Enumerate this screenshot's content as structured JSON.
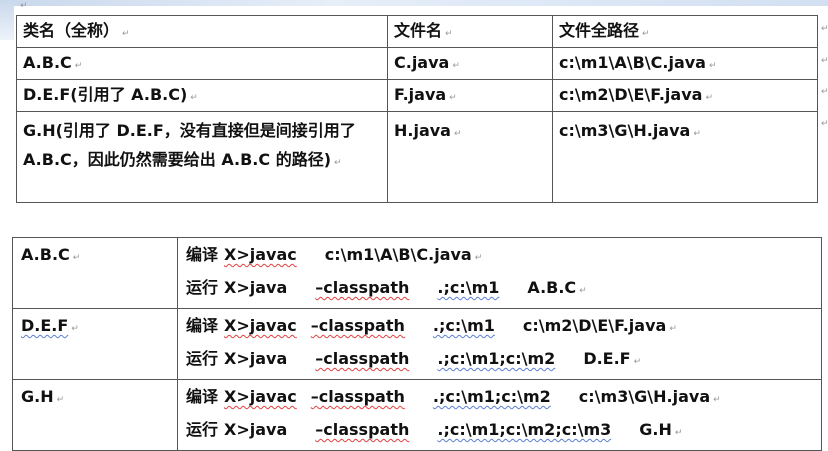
{
  "table1": {
    "headers": [
      "类名（全称）",
      "文件名",
      "文件全路径"
    ],
    "rows": [
      {
        "class_name": "A.B.C",
        "file_name": "C.java",
        "full_path": "c:\\m1\\A\\B\\C.java"
      },
      {
        "class_name": "D.E.F(引用了 A.B.C)",
        "file_name": "F.java",
        "full_path": "c:\\m2\\D\\E\\F.java"
      },
      {
        "class_name": "G.H(引用了 D.E.F，没有直接但是间接引用了 A.B.C，因此仍然需要给出 A.B.C 的路径)",
        "file_name": "H.java",
        "full_path": "c:\\m3\\G\\H.java"
      }
    ]
  },
  "table2": {
    "rows": [
      {
        "class_name": "A.B.C",
        "compile": {
          "label": "编译",
          "prompt": "X>javac",
          "opt": "",
          "cp": "",
          "target": "c:\\m1\\A\\B\\C.java"
        },
        "run": {
          "label": "运行",
          "prompt": "X>java",
          "opt": "–classpath",
          "cp": ".;c:\\m1",
          "target": "A.B.C"
        }
      },
      {
        "class_name": "D.E.F",
        "compile": {
          "label": "编译",
          "prompt": "X>javac",
          "opt": "–classpath",
          "cp": ".;c:\\m1",
          "target": "c:\\m2\\D\\E\\F.java"
        },
        "run": {
          "label": "运行",
          "prompt": "X>java",
          "opt": "–classpath",
          "cp": ".;c:\\m1;c:\\m2",
          "target": "D.E.F"
        }
      },
      {
        "class_name": "G.H",
        "compile": {
          "label": "编译",
          "prompt": "X>javac",
          "opt": "–classpath",
          "cp": ".;c:\\m1;c:\\m2",
          "target": "c:\\m3\\G\\H.java"
        },
        "run": {
          "label": "运行",
          "prompt": "X>java",
          "opt": "–classpath",
          "cp": ".;c:\\m1;c:\\m2;c:\\m3",
          "target": "G.H"
        }
      }
    ]
  },
  "marks": {
    "paragraph": "↵"
  }
}
